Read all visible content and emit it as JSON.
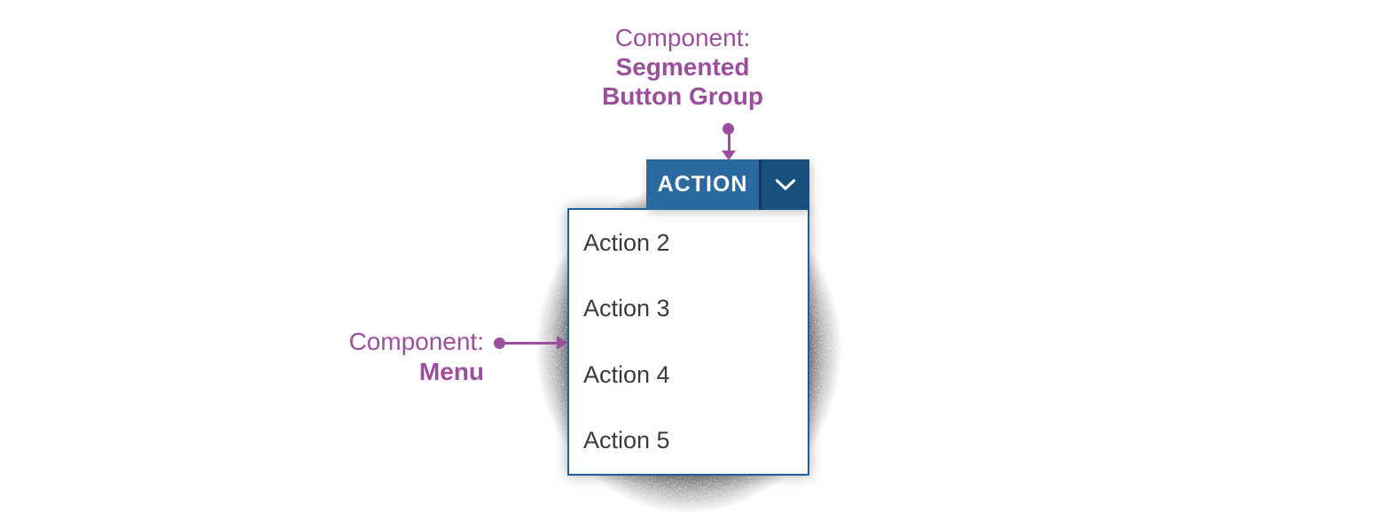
{
  "annotations": {
    "segmented_button_group": {
      "prefix": "Component:",
      "name_line_1": "Segmented",
      "name_line_2": "Button Group"
    },
    "menu": {
      "prefix": "Component:",
      "name": "Menu"
    }
  },
  "segmented_button_group": {
    "action_label": "ACTION",
    "dropdown_icon": "chevron-down-icon"
  },
  "menu": {
    "items": [
      {
        "label": "Action 2"
      },
      {
        "label": "Action 3"
      },
      {
        "label": "Action 4"
      },
      {
        "label": "Action 5"
      }
    ]
  },
  "colors": {
    "primary_blue": "#2a6a9f",
    "dark_blue": "#18507d",
    "segment_divider_blue": "#10395f",
    "menu_border_blue": "#1f5f99",
    "annotation_purple": "#9a4e9b",
    "menu_text": "#3b3b3b",
    "button_text": "#ffffff",
    "background": "#ffffff"
  }
}
